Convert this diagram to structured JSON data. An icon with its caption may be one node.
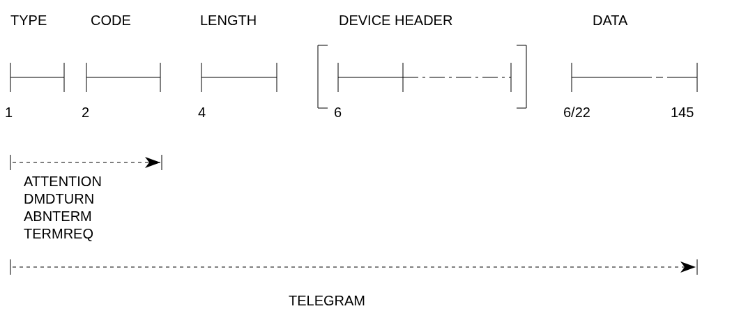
{
  "diagram": {
    "labels": [
      "TYPE",
      "CODE",
      "LENGTH",
      "DEVICE HEADER",
      "DATA",
      "1",
      "2",
      "4",
      "6",
      "6/22",
      "145",
      "ATTENTION",
      "DMDTURN",
      "ABNTERM",
      "TERMREQ",
      "TELEGRAM"
    ]
  }
}
